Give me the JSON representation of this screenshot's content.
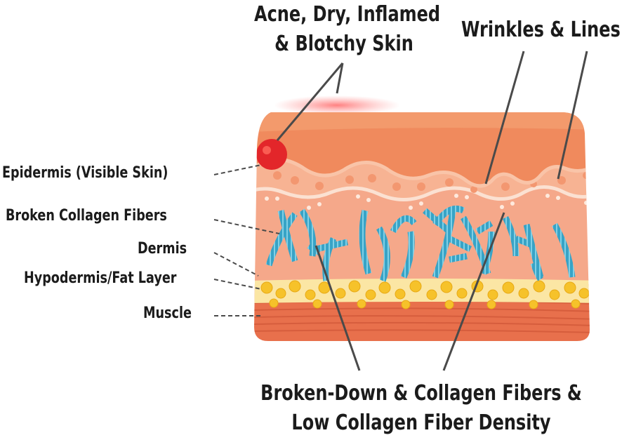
{
  "labels": {
    "acne_line1": "Acne, Dry, Inflamed",
    "acne_line2": "& Blotchy Skin",
    "wrinkles": "Wrinkles & Lines",
    "epidermis": "Epidermis (Visible Skin)",
    "broken_fibers": "Broken Collagen Fibers",
    "dermis": "Dermis",
    "hypodermis": "Hypodermis/Fat Layer",
    "muscle": "Muscle",
    "bottom_line1": "Broken-Down & Collagen Fibers &",
    "bottom_line2": "Low Collagen Fiber Density"
  },
  "colors": {
    "epidermis": "#f08a5d",
    "epidermis_top": "#f5a37a",
    "dermis": "#f6a98a",
    "fat_layer": "#fbe7a0",
    "fat_globule": "#f7c52e",
    "muscle": "#e86a45",
    "collagen": "#3aa7c9",
    "inflammation": "#e52b2b",
    "pointer_line": "#4a4a4a"
  }
}
